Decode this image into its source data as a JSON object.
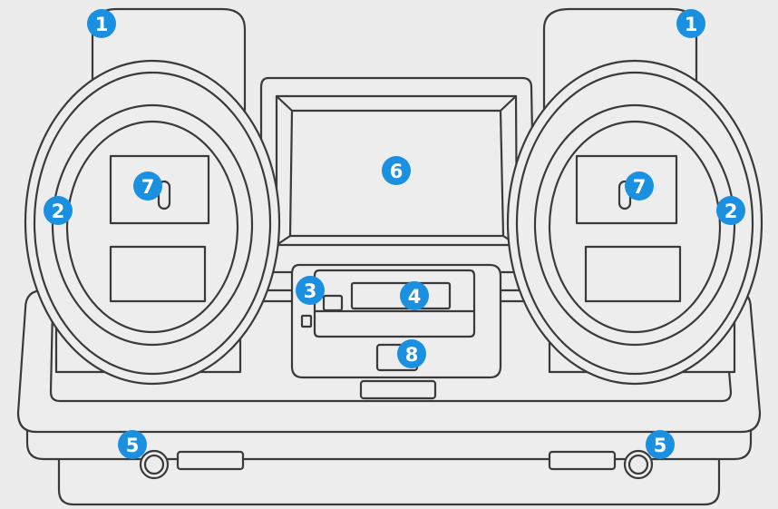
{
  "figure": {
    "subject": "docking station with two cups, front view",
    "colors": {
      "background": "#ececec",
      "body_fill": "#ededed",
      "outline": "#3a3a3a",
      "callout_fill": "#1b8fe0",
      "callout_text": "#ffffff"
    }
  },
  "callouts": {
    "top_clip_left": "1",
    "top_clip_right": "1",
    "cup_ring_left": "2",
    "cup_ring_right": "2",
    "status_indicator": "3",
    "display_window": "4",
    "foot_left": "5",
    "foot_right": "5",
    "screen": "6",
    "cup_contact_left": "7",
    "cup_contact_right": "7",
    "button": "8"
  }
}
